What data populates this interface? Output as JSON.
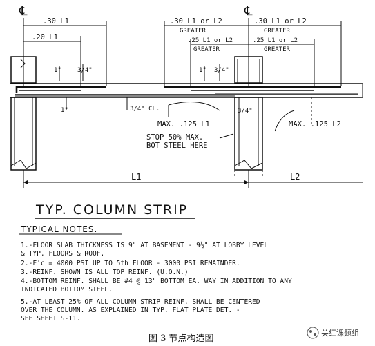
{
  "labels": {
    "cl_symbol": "℄",
    "left_top_dim": ".30 L1",
    "left_inner_dim": ".20 L1",
    "mid_top_dim": ".30 L1 or L2",
    "mid_top_sub": "GREATER",
    "mid_inner_dim": ".25 L1 or L2",
    "mid_inner_sub": "GREATER",
    "right_top_dim": ".30 L1 or L2",
    "right_top_sub": "GREATER",
    "right_inner_dim": ".25 L1 or L2",
    "right_inner_sub": "GREATER",
    "cover_1": "1\"",
    "cover_34": "3/4\"",
    "cover_1b": "1\"",
    "cover_34b": "3/4\"",
    "bottom_1": "1\"",
    "bottom_34": "3/4\" CL.",
    "col_34": "3/4\"",
    "max_left": "MAX. .125 L1",
    "stop_note_1": "STOP 50% MAX.",
    "stop_note_2": "BOT STEEL HERE",
    "max_right": "MAX. .125 L2",
    "span_l1": "L1",
    "span_l2": "L2"
  },
  "title": "TYP. COLUMN STRIP",
  "notes_heading": "TYPICAL NOTES.",
  "notes": [
    "1.-FLOOR SLAB THICKNESS IS 9\" AT BASEMENT - 9½\" AT LOBBY LEVEL",
    "    & TYP. FLOORS & ROOF.",
    "2.-F'c = 4000 PSI UP TO 5th FLOOR - 3000 PSI REMAINDER.",
    "3.-REINF. SHOWN IS ALL TOP REINF. (U.O.N.)",
    "4.-BOTTOM REINF. SHALL BE #4 @ 13\" BOTTOM EA. WAY IN ADDITION TO ANY",
    "    INDICATED BOTTOM STEEL.",
    "5.-AT LEAST 25% OF ALL COLUMN STRIP REINF. SHALL BE CENTERED",
    "    OVER THE COLUMN. AS EXPLAINED IN TYP. FLAT PLATE DET. -",
    "    SEE SHEET S-11."
  ],
  "caption": "图 3  节点构造图",
  "watermark": "关红课题组"
}
